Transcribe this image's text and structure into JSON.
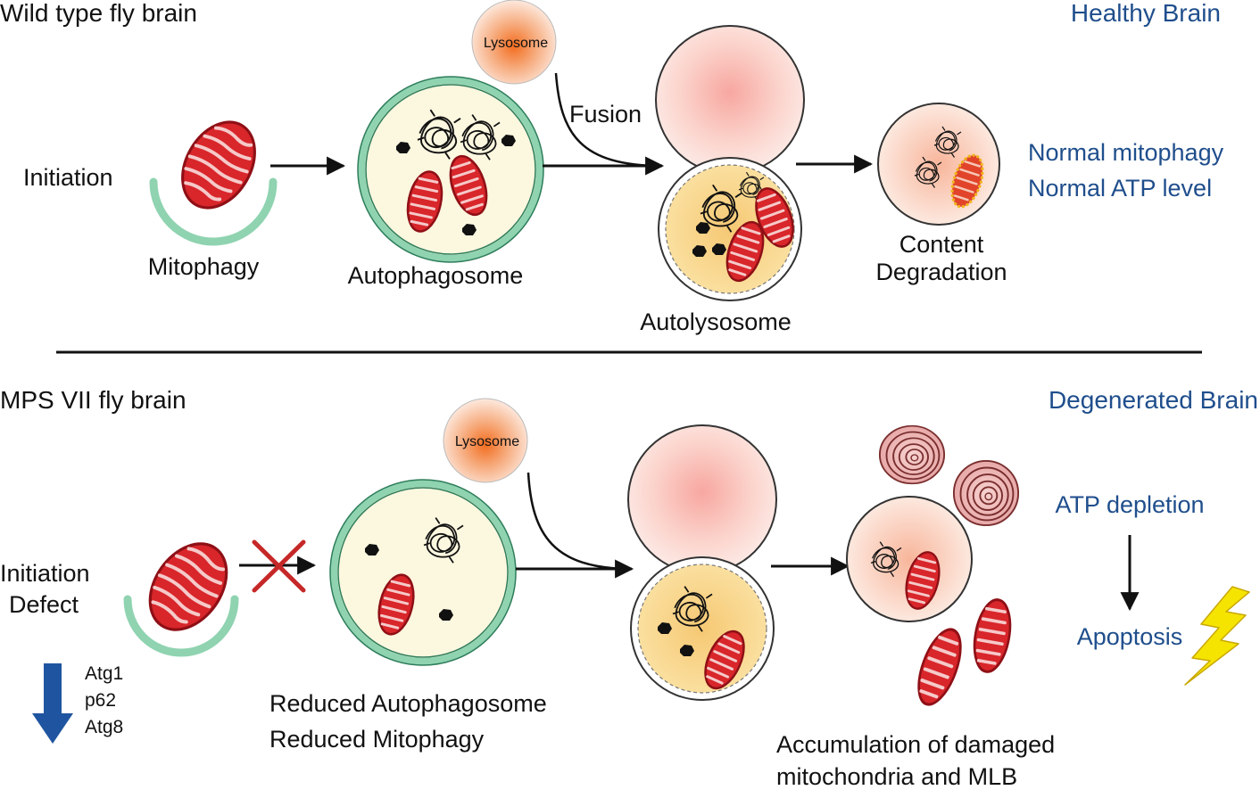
{
  "top": {
    "panel_title": "Wild type fly brain",
    "status_title": "Healthy Brain",
    "step_initiation": "Initiation",
    "label_mitophagy": "Mitophagy",
    "label_autophagosome": "Autophagosome",
    "lysosome": "Lysosome",
    "fusion": "Fusion",
    "label_autolysosome": "Autolysosome",
    "degradation_line1": "Content",
    "degradation_line2": "Degradation",
    "status_line1": "Normal mitophagy",
    "status_line2": "Normal ATP level"
  },
  "bottom": {
    "panel_title": "MPS VII fly brain",
    "status_title": "Degenerated Brain",
    "defect_line1": "Initiation",
    "defect_line2": "Defect",
    "gene1": "Atg1",
    "gene2": "p62",
    "gene3": "Atg8",
    "lysosome": "Lysosome",
    "reduced_line1": "Reduced Autophagosome",
    "reduced_line2": "Reduced Mitophagy",
    "accum_line1": "Accumulation of damaged",
    "accum_line2": "mitochondria and MLB",
    "atp": "ATP depletion",
    "apoptosis": "Apoptosis"
  },
  "colors": {
    "mitochondria_fill": "#d8262b",
    "mitochondria_dark": "#9a1218",
    "membrane": "#8fd3b0",
    "autophagosome_fill": "#fcf7df",
    "autolysosome_fill": "#f9d98a",
    "lysosome_core": "#f39c6b",
    "status_text": "#1f4e8c",
    "x_mark": "#c62828",
    "down_arrow": "#1f55a0",
    "lightning": "#f5e400"
  }
}
